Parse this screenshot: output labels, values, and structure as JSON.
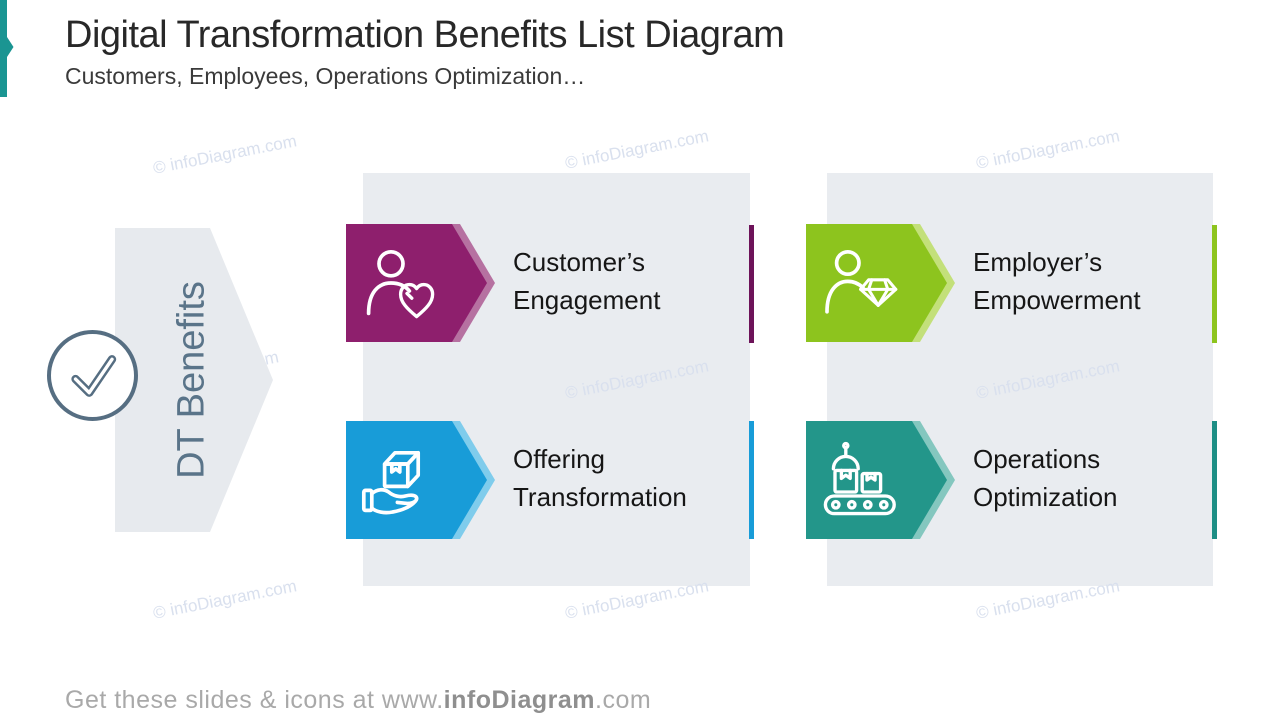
{
  "slide": {
    "title": "Digital Transformation Benefits List Diagram",
    "subtitle": "Customers, Employees, Operations Optimization…",
    "watermark_text": "© infoDiagram.com",
    "footer": {
      "prefix": "Get these slides & icons at www.",
      "brand": "infoDiagram",
      "suffix": ".com"
    }
  },
  "hub": {
    "label": "DT Benefits",
    "icon": "check-circle-icon"
  },
  "benefits": [
    {
      "title_line1": "Customer’s",
      "title_line2": "Engagement",
      "icon": "person-heart-icon",
      "color": "#8e1f6d"
    },
    {
      "title_line1": "Offering",
      "title_line2": "Transformation",
      "icon": "hand-box-icon",
      "color": "#189cd8"
    },
    {
      "title_line1": "Employer’s",
      "title_line2": "Empowerment",
      "icon": "person-diamond-icon",
      "color": "#8dc41e"
    },
    {
      "title_line1": "Operations",
      "title_line2": "Optimization",
      "icon": "conveyor-belt-icon",
      "color": "#23968a"
    }
  ],
  "colors": {
    "accent_bookmark": "#1a9592",
    "hub_fill": "#e7eaee",
    "hub_text": "#5a7489",
    "panel_fill": "#e9ecf0",
    "watermark": "#d9e0ee",
    "footer_gray": "#a9a9a9"
  }
}
